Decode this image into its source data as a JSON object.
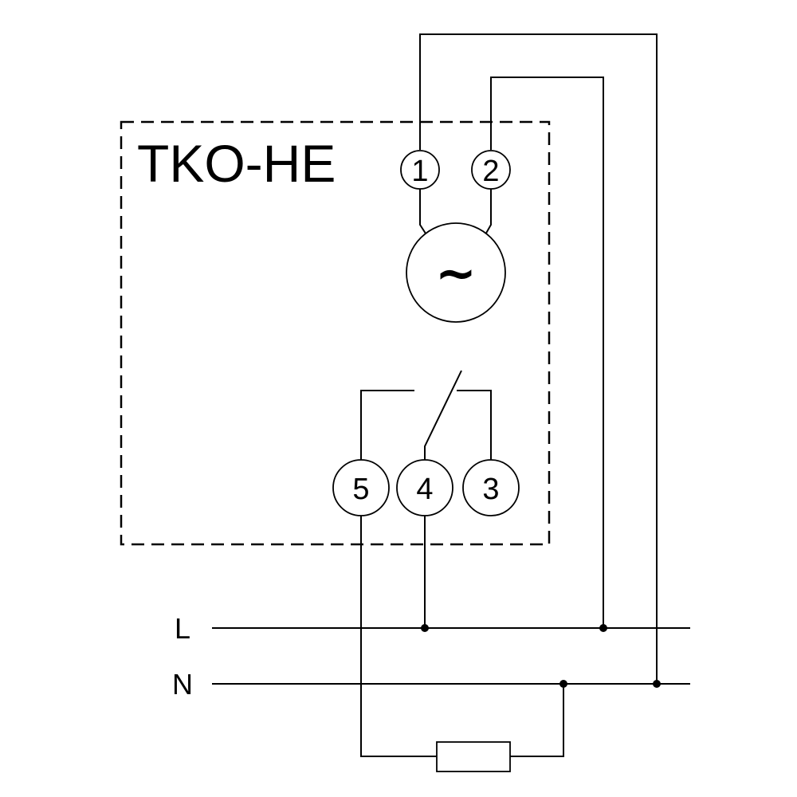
{
  "device": {
    "title": "TKO-HE",
    "supply_symbol": "~"
  },
  "terminals": {
    "t1": "1",
    "t2": "2",
    "t3": "3",
    "t4": "4",
    "t5": "5"
  },
  "rails": {
    "live": "L",
    "neutral": "N"
  }
}
